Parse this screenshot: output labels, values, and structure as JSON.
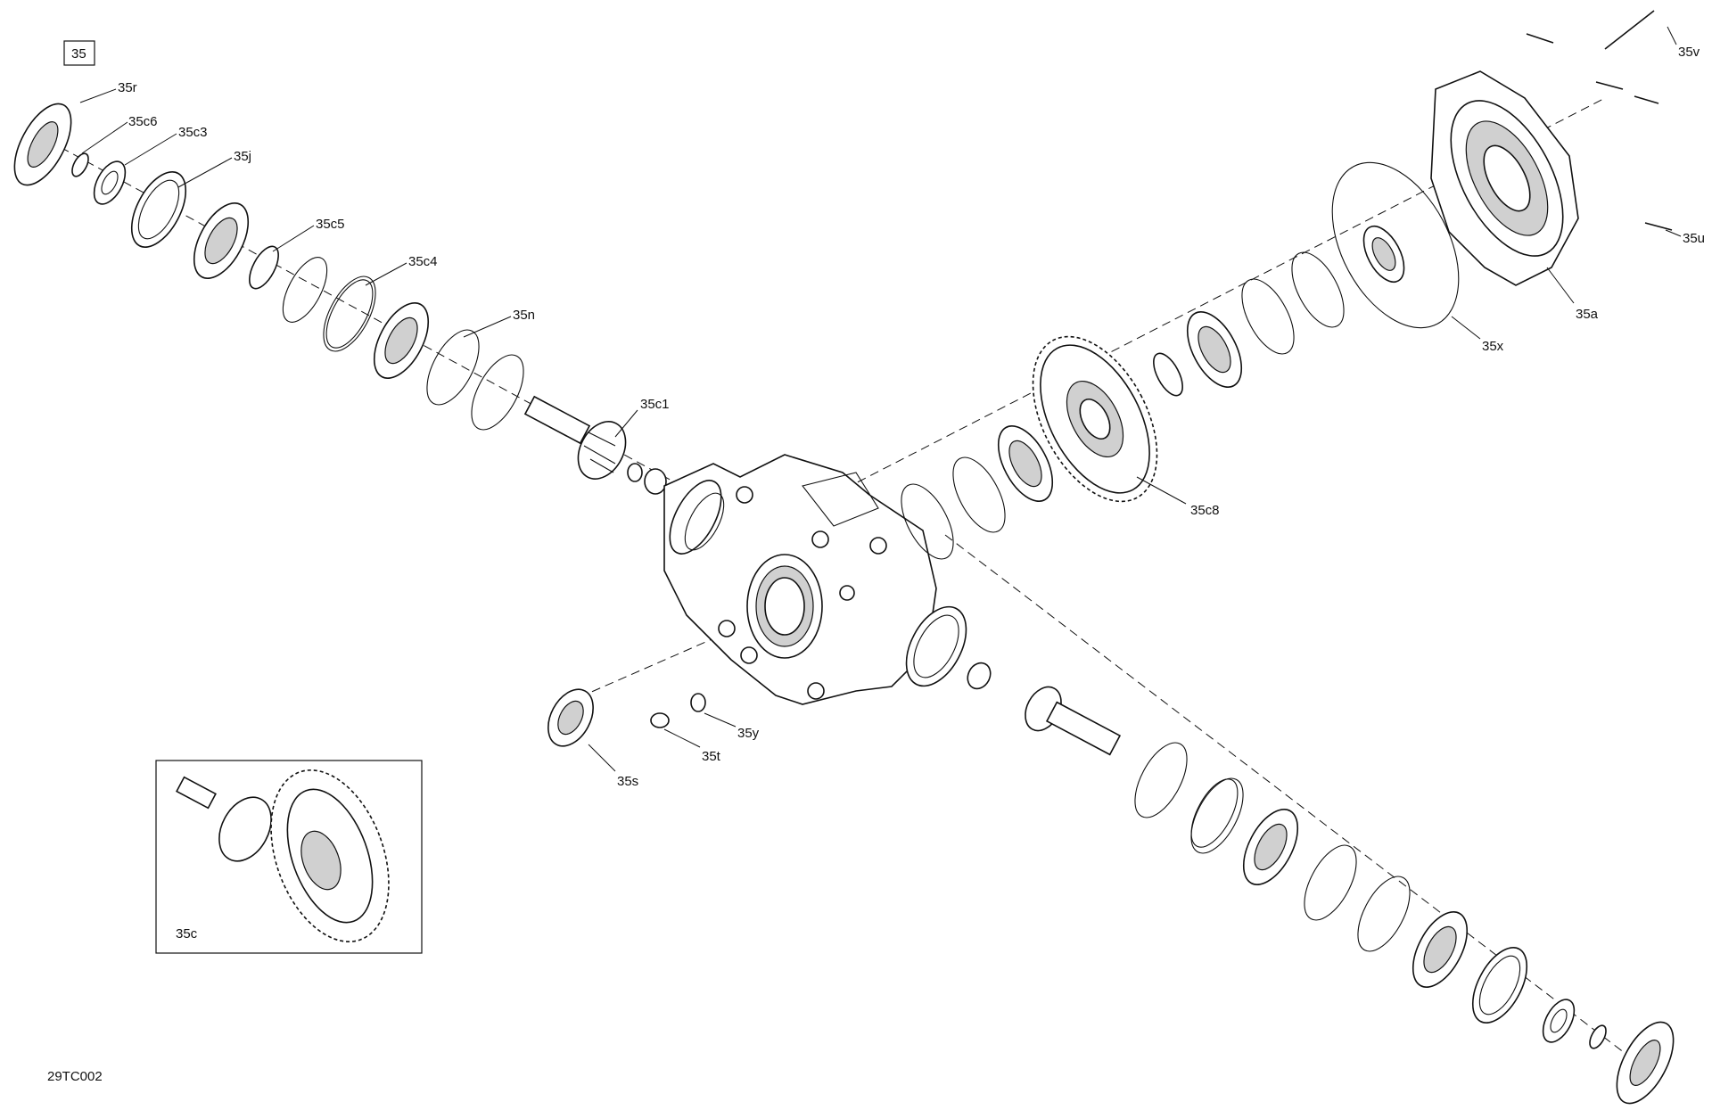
{
  "figure": {
    "group_label": "35",
    "drawing_code": "29TC002"
  },
  "callouts": {
    "r": "35r",
    "c6": "35c6",
    "c3": "35c3",
    "j": "35j",
    "c5": "35c5",
    "c4": "35c4",
    "n": "35n",
    "c1": "35c1",
    "c8": "35c8",
    "v": "35v",
    "u": "35u",
    "a": "35a",
    "x": "35x",
    "s": "35s",
    "t": "35t",
    "y": "35y",
    "c": "35c"
  }
}
